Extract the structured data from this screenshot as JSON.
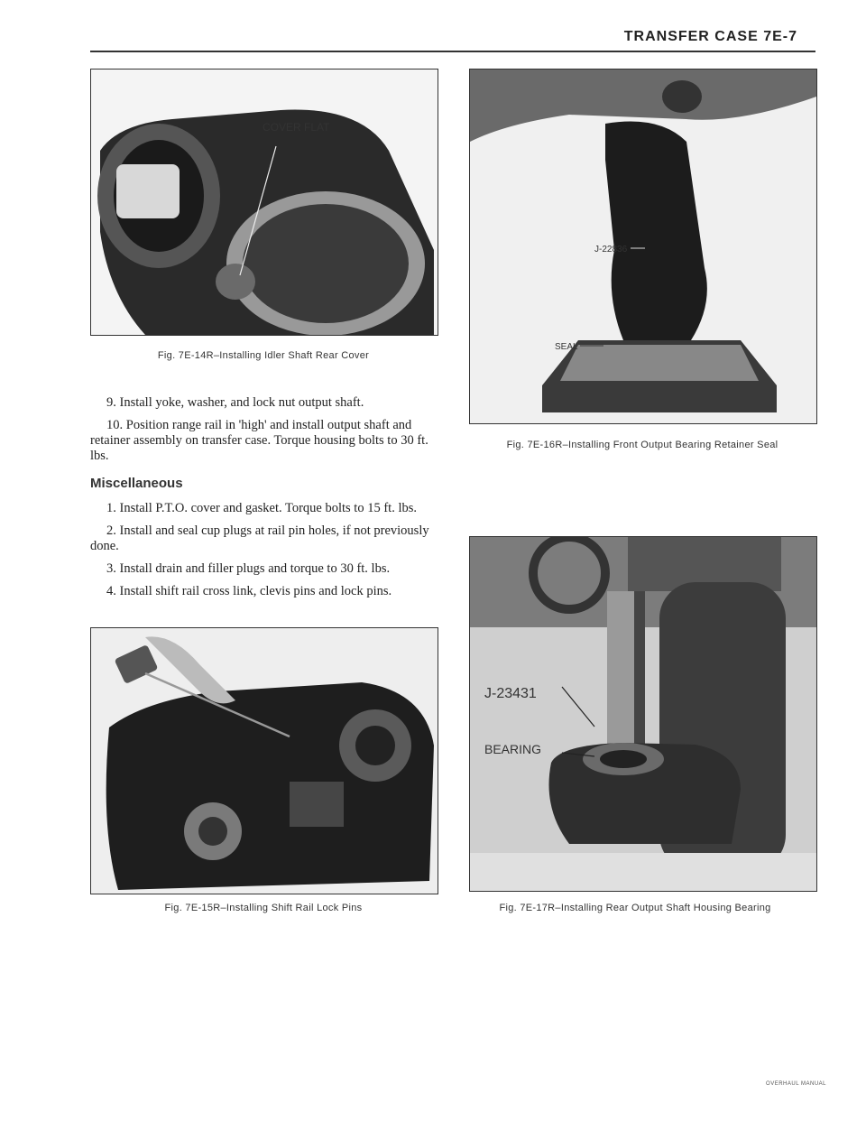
{
  "header": {
    "title": "TRANSFER CASE   7E-7"
  },
  "figures": {
    "fig14": {
      "caption": "Fig. 7E-14R–Installing Idler Shaft Rear Cover",
      "label_cover_flat": "COVER FLAT"
    },
    "fig15": {
      "caption": "Fig. 7E-15R–Installing Shift Rail Lock Pins"
    },
    "fig16": {
      "caption": "Fig. 7E-16R–Installing Front Output Bearing Retainer Seal",
      "label_tool": "J-22836",
      "label_seal": "SEAL"
    },
    "fig17": {
      "caption": "Fig. 7E-17R–Installing Rear Output Shaft Housing Bearing",
      "label_tool": "J-23431",
      "label_bearing": "BEARING"
    }
  },
  "body": {
    "steps_top": [
      "9. Install yoke, washer, and lock nut output shaft.",
      "10. Position range rail in 'high' and install output shaft and retainer assembly on transfer case. Torque housing bolts to 30 ft. lbs."
    ],
    "section_title": "Miscellaneous",
    "steps_misc": [
      "1. Install P.T.O. cover and gasket. Torque bolts to 15 ft. lbs.",
      "2. Install and seal cup plugs at rail pin holes, if not previously done.",
      "3. Install drain and filler plugs and torque to 30 ft. lbs.",
      "4. Install shift rail cross link, clevis pins and lock pins."
    ]
  },
  "footer": {
    "text": "OVERHAUL MANUAL"
  }
}
